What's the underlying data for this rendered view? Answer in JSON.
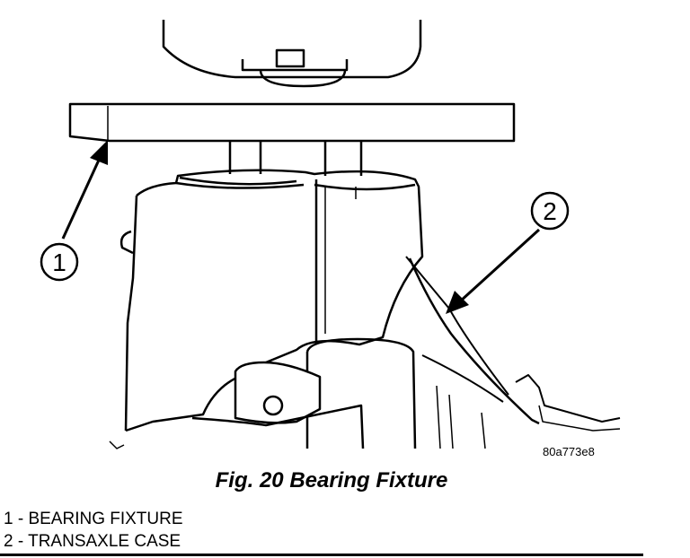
{
  "figure": {
    "code": "80a773e8",
    "callouts": [
      {
        "number": "1"
      },
      {
        "number": "2"
      }
    ]
  },
  "caption": "Fig. 20 Bearing Fixture",
  "legend": [
    {
      "label": "1 - BEARING FIXTURE"
    },
    {
      "label": "2 - TRANSAXLE CASE"
    }
  ]
}
